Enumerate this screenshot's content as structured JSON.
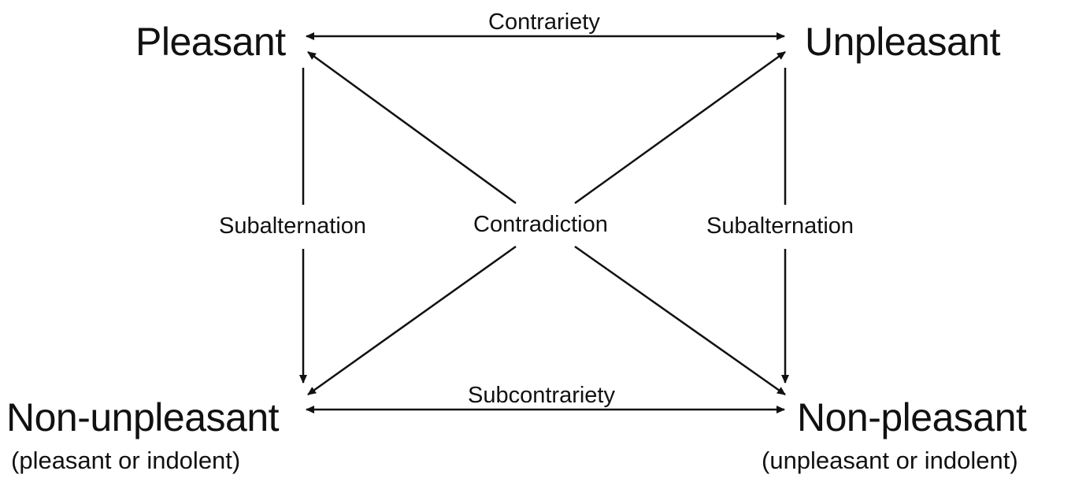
{
  "corners": {
    "top_left": "Pleasant",
    "top_right": "Unpleasant",
    "bottom_left": "Non-unpleasant",
    "bottom_left_note": "(pleasant or indolent)",
    "bottom_right": "Non-pleasant",
    "bottom_right_note": "(unpleasant or indolent)"
  },
  "relations": {
    "top": "Contrariety",
    "bottom": "Subcontrariety",
    "left": "Subalternation",
    "right": "Subalternation",
    "center": "Contradiction"
  },
  "colors": {
    "ink": "#111111",
    "background": "#ffffff"
  }
}
